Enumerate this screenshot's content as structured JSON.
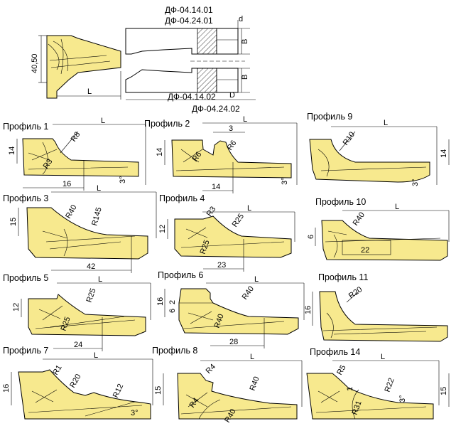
{
  "header": {
    "code_top_1": "ДФ-04.14.01",
    "code_top_2": "ДФ-04.24.01",
    "code_bottom_1": "ДФ-04.14.02",
    "code_bottom_2": "ДФ-04.24.02",
    "dim_d": "d",
    "dim_D": "D",
    "dim_B1": "B",
    "dim_B2": "B",
    "dim_height": "40,50",
    "dim_L": "L"
  },
  "profiles": [
    {
      "id": "p1",
      "title": "Профиль 1",
      "dims": {
        "L": "L",
        "R1": "R8",
        "R2": "R3",
        "h": "14",
        "w": "16",
        "ang": "3°"
      }
    },
    {
      "id": "p2",
      "title": "Профиль 2",
      "dims": {
        "L": "L",
        "a": "3",
        "R1": "R6",
        "R2": "R6",
        "h": "14",
        "w": "14",
        "ang": "3°"
      }
    },
    {
      "id": "p9",
      "title": "Профиль 9",
      "dims": {
        "L": "L",
        "R1": "R10",
        "h": "14",
        "ang": "3°"
      }
    },
    {
      "id": "p3",
      "title": "Профиль 3",
      "dims": {
        "L": "L",
        "R1": "R40",
        "R2": "R145",
        "h": "15",
        "w": "42"
      }
    },
    {
      "id": "p4",
      "title": "Профиль 4",
      "dims": {
        "L": "L",
        "R1": "R3",
        "R2": "R25",
        "R3": "R25",
        "h": "12",
        "w": "23"
      }
    },
    {
      "id": "p10",
      "title": "Профиль 10",
      "dims": {
        "L": "L",
        "R1": "R40",
        "h": "6",
        "w": "22"
      }
    },
    {
      "id": "p5",
      "title": "Профиль 5",
      "dims": {
        "L": "L",
        "R1": "R25",
        "R2": "R25",
        "h": "12",
        "w": "24"
      }
    },
    {
      "id": "p6",
      "title": "Профиль 6",
      "dims": {
        "L": "L",
        "R1": "R40",
        "R2": "R40",
        "h": "16",
        "a": "6",
        "b": "2",
        "w": "28"
      }
    },
    {
      "id": "p11",
      "title": "Профиль 11",
      "dims": {
        "R1": "R20",
        "h": "16"
      }
    },
    {
      "id": "p7",
      "title": "Профиль 7",
      "dims": {
        "L": "L",
        "R1": "R1",
        "R2": "R20",
        "R3": "R12",
        "h": "16",
        "ang": "3°"
      }
    },
    {
      "id": "p8",
      "title": "Профиль 8",
      "dims": {
        "L": "L",
        "R1": "R4",
        "R2": "R4",
        "R3": "R40",
        "R4": "R40",
        "h": "15"
      }
    },
    {
      "id": "p14",
      "title": "Профиль 14",
      "dims": {
        "L": "L",
        "R1": "R5",
        "R2": "R22",
        "R3": "R31",
        "a": "1",
        "h": "15",
        "ang": "3°"
      }
    }
  ]
}
